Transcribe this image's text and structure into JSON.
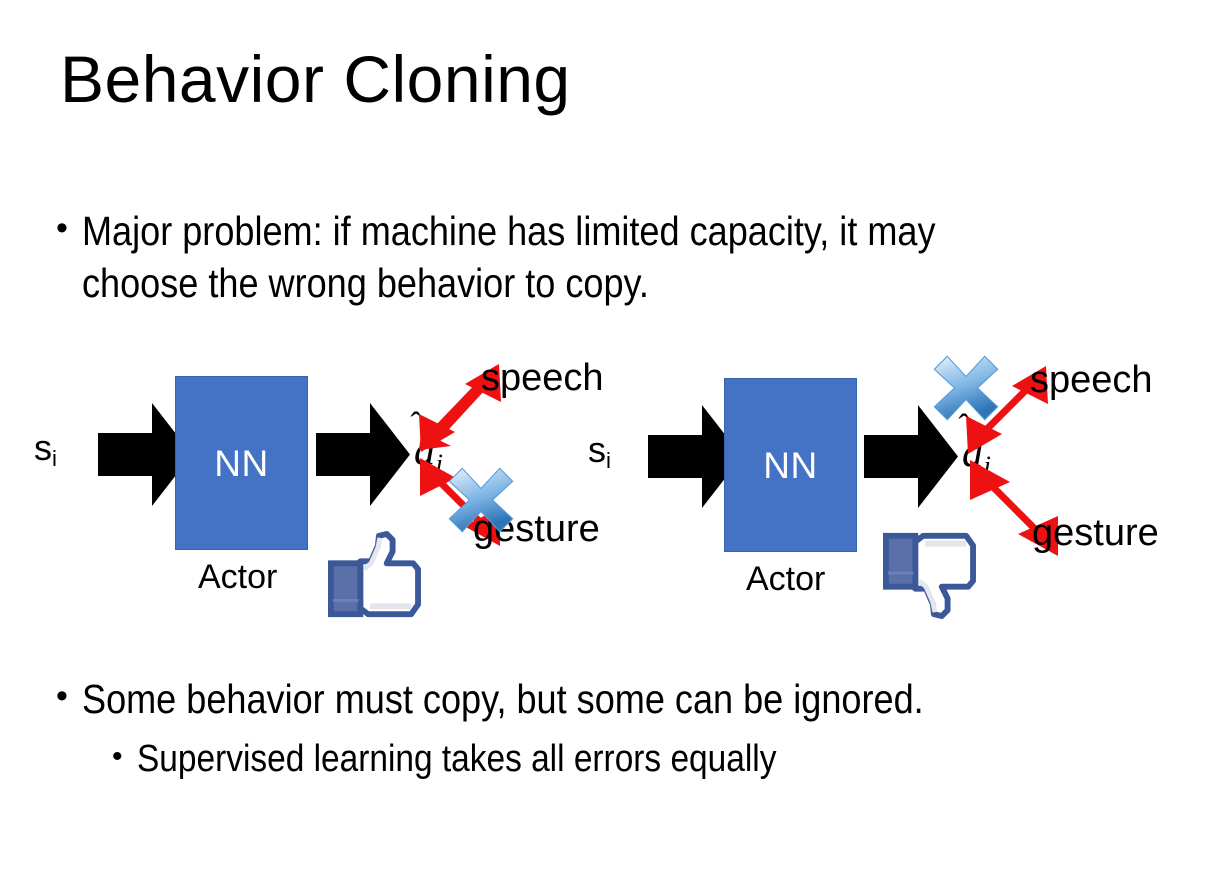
{
  "slide": {
    "title": "Behavior Cloning",
    "background_color": "#FFFFFF"
  },
  "bullets": [
    {
      "id": "major-problem",
      "marker": "•",
      "level": 1,
      "text": "Major problem: if machine has limited capacity, it may choose the wrong behavior to copy."
    },
    {
      "id": "some-behavior",
      "marker": "•",
      "level": 1,
      "text": "Some behavior must copy, but some can be ignored."
    },
    {
      "id": "supervised-learning",
      "marker": "•",
      "level": 2,
      "text": "Supervised learning takes all errors equally"
    }
  ],
  "diagram": {
    "colors": {
      "nn_box_fill": "#4472C4",
      "nn_box_border": "#3A63AE",
      "nn_label_color": "#FFFFFF",
      "black_arrow": "#000000",
      "red_arrow": "#EE1111",
      "x_mark_blue_light": "#D6E7F7",
      "x_mark_blue_mid": "#6CA6DE",
      "x_mark_blue_dark": "#2E75B6",
      "thumb_outline": "#3B5998",
      "thumb_cuff": "#5B6FA8",
      "thumb_fill": "#FFFFFF",
      "thumb_shadow": "#E3E6EC"
    },
    "panels": [
      {
        "id": "left",
        "input_label": "s",
        "input_subscript": "i",
        "box_label": "NN",
        "box_caption": "Actor",
        "output_label": "a",
        "output_subscript": "i",
        "output_has_hat": true,
        "branches": [
          {
            "name": "speech",
            "direction": "up",
            "label": "speech",
            "crossed_out": false
          },
          {
            "name": "gesture",
            "direction": "down",
            "label": "gesture",
            "crossed_out": true
          }
        ],
        "verdict_icon": "thumbs-up-icon",
        "verdict": "approved"
      },
      {
        "id": "right",
        "input_label": "s",
        "input_subscript": "i",
        "box_label": "NN",
        "box_caption": "Actor",
        "output_label": "a",
        "output_subscript": "i",
        "output_has_hat": true,
        "branches": [
          {
            "name": "speech",
            "direction": "up",
            "label": "speech",
            "crossed_out": true
          },
          {
            "name": "gesture",
            "direction": "down",
            "label": "gesture",
            "crossed_out": false
          }
        ],
        "verdict_icon": "thumbs-down-icon",
        "verdict": "rejected"
      }
    ]
  }
}
